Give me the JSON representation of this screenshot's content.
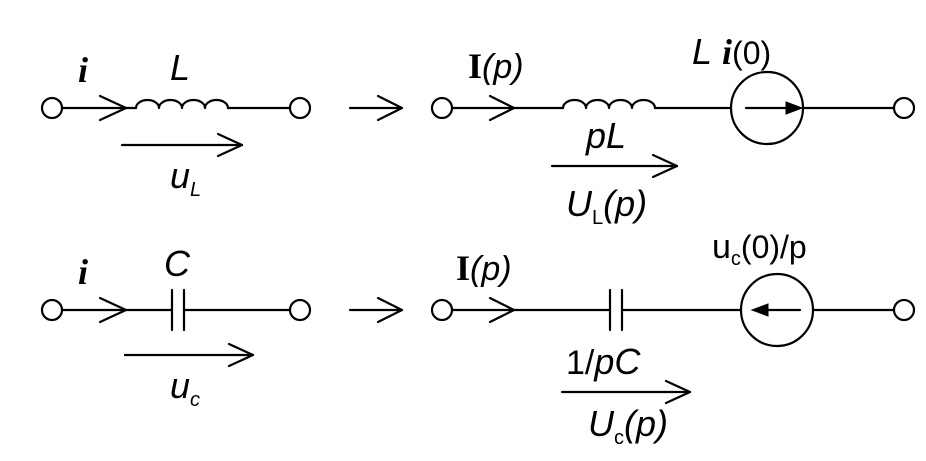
{
  "top_left": {
    "current": "i",
    "element": "L",
    "voltage": "u",
    "voltage_sub": "L"
  },
  "top_right": {
    "current_I": "I",
    "current_p": "(p)",
    "element": "pL",
    "source_L": "L",
    "source_i": "i",
    "source_zero": "(0)",
    "voltage_U": "U",
    "voltage_sub": "L",
    "voltage_p": "(p)"
  },
  "bottom_left": {
    "current": "i",
    "element": "C",
    "voltage": "u",
    "voltage_sub": "c"
  },
  "bottom_right": {
    "current_I": "I",
    "current_p": "(p)",
    "element_prefix": "1/",
    "element_pc": "pC",
    "source_u": "u",
    "source_sub": "c",
    "source_rest": "(0)/p",
    "voltage_U": "U",
    "voltage_sub": "c",
    "voltage_p": "(p)"
  }
}
